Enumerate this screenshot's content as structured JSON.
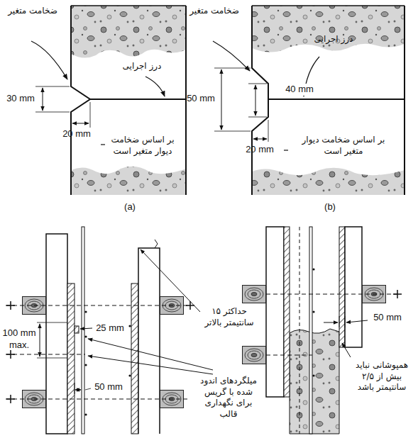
{
  "diagram": {
    "labels": [
      "ضخامت متغیر",
      "درز اجرایی",
      "30 mm",
      "20 mm",
      "بر اساس ضخامت دیوار متغیر است",
      "(a)",
      "ضخامت متغیر",
      "درز اجرایی",
      "50 mm",
      "40 mm",
      "20 mm",
      "بر اساس ضخامت دیوار متغیر است",
      "(b)",
      "100 mm max.",
      "25 mm",
      "50 mm",
      "حداکثر ۱۵ سانتیمتر بالاتر",
      "میلگردهای اندود شده با گریس برای نگهداری قالب",
      "50 mm",
      "همپوشانی نباید بیش از ۲/۵ سانتیمتر باشد"
    ]
  }
}
